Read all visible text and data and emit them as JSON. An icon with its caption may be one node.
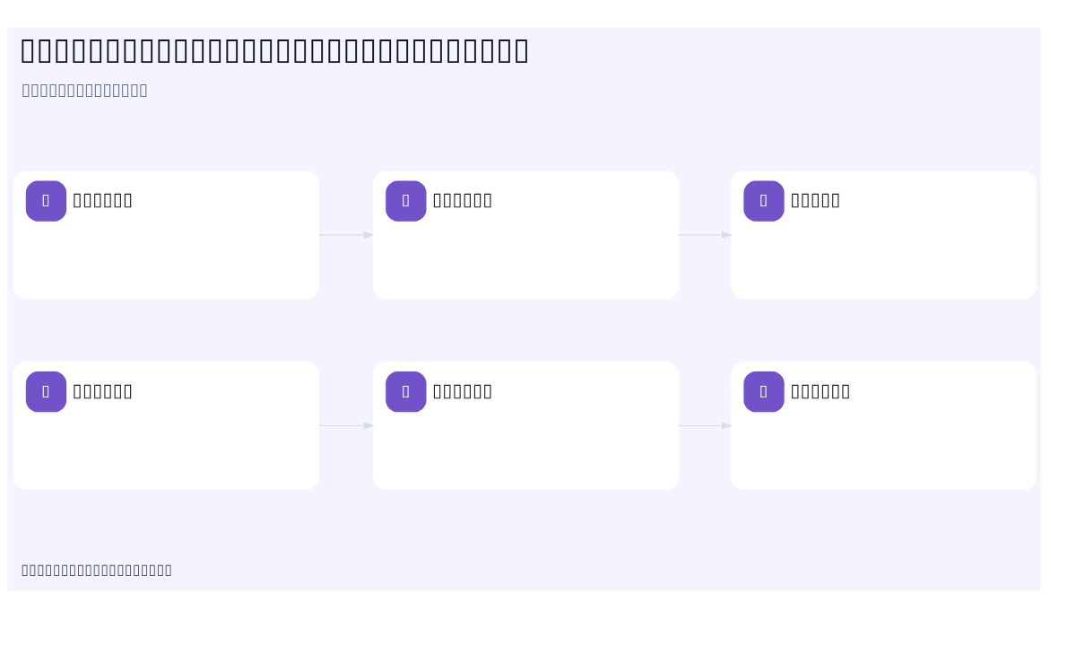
{
  "diagram": {
    "title": "▯▯▯▯▯▯▯▯▯▯▯▯▯▯▯▯▯▯▯▯▯▯▯▯▯▯▯▯▯▯",
    "nodes": [
      {
        "text": [
          "▯",
          "▯▯▯▯▯▯"
        ]
      },
      {
        "text": [
          "▯",
          "▯▯▯▯▯▯"
        ]
      },
      {
        "text": [
          "▯",
          "▯▯▯▯▯"
        ]
      },
      {
        "text": [
          "▯",
          "▯▯▯▯▯▯"
        ]
      },
      {
        "text": [
          "▯",
          "▯▯▯▯▯▯"
        ]
      },
      {
        "text": [
          "▯",
          "▯▯▯▯▯▯"
        ]
      }
    ],
    "edges": [
      {
        "from": 0,
        "to": 1,
        "arrow": "to"
      },
      {
        "from": 1,
        "to": 2,
        "arrow": "to"
      },
      {
        "from": 3,
        "to": 4,
        "arrow": "to"
      },
      {
        "from": 4,
        "to": 5,
        "arrow": "to"
      }
    ],
    "labels": [
      "▯▯▯▯▯▯▯▯▯▯▯▯▯▯",
      "▯▯▯▯▯▯▯▯▯▯▯▯▯▯▯▯▯▯▯"
    ]
  }
}
